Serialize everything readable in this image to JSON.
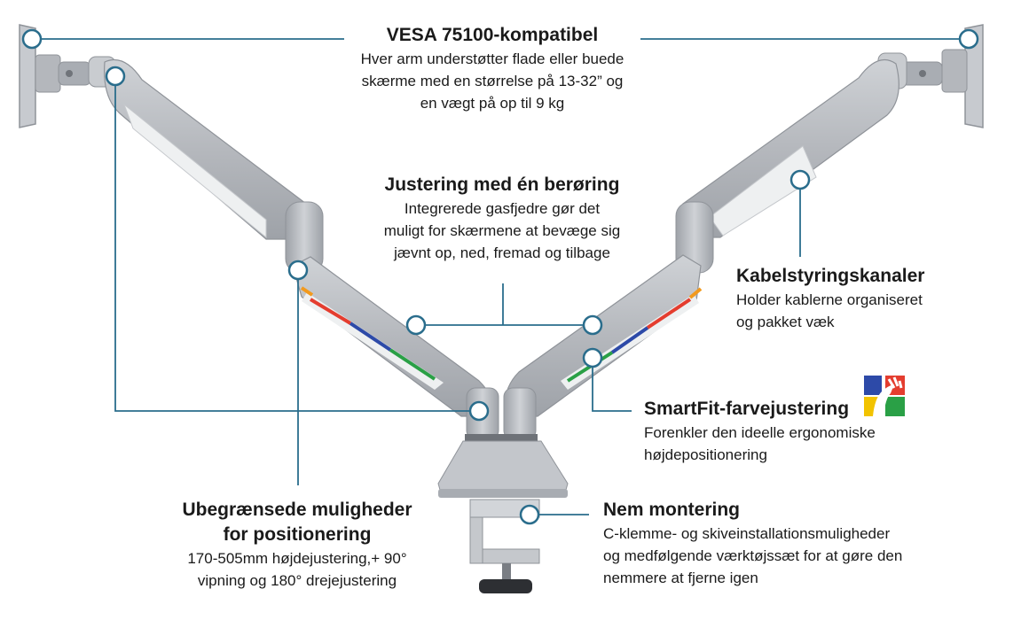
{
  "callouts": {
    "vesa": {
      "title": "VESA 75100-kompatibel",
      "lines": [
        "Hver arm understøtter flade eller buede",
        "skærme med en størrelse på 13-32” og",
        "en vægt på op til 9 kg"
      ]
    },
    "touch": {
      "title": "Justering med én berøring",
      "lines": [
        "Integrerede gasfjedre gør det",
        "muligt for skærmene at bevæge sig",
        "jævnt op, ned, fremad og tilbage"
      ]
    },
    "cable": {
      "title": "Kabelstyringskanaler",
      "lines": [
        "Holder kablerne organiseret",
        "og pakket væk"
      ]
    },
    "smartfit": {
      "title": "SmartFit-farvejustering",
      "lines": [
        "Forenkler den ideelle ergonomiske",
        "højdepositionering"
      ]
    },
    "positioning": {
      "title_lines": [
        "Ubegrænsede muligheder",
        "for positionering"
      ],
      "lines": [
        "170-505mm højdejustering,+ 90°",
        "vipning og 180° drejejustering"
      ]
    },
    "mounting": {
      "title": "Nem montering",
      "lines": [
        "C-klemme- og skiveinstallationsmuligheder",
        "og medfølgende værktøjssæt for at gøre den",
        "nemmere at fjerne igen"
      ]
    }
  },
  "colors": {
    "callout_line": "#2a6d8c",
    "arm_silver": "#b8bbc0",
    "arm_light": "#d9dbde",
    "white_panel": "#f2f3f4",
    "smartfit_red": "#e43d2f",
    "smartfit_blue": "#2d4aa8",
    "smartfit_green": "#2aa046",
    "smartfit_yellow": "#f2c300"
  },
  "icons": [
    "smartfit-logo-icon"
  ]
}
